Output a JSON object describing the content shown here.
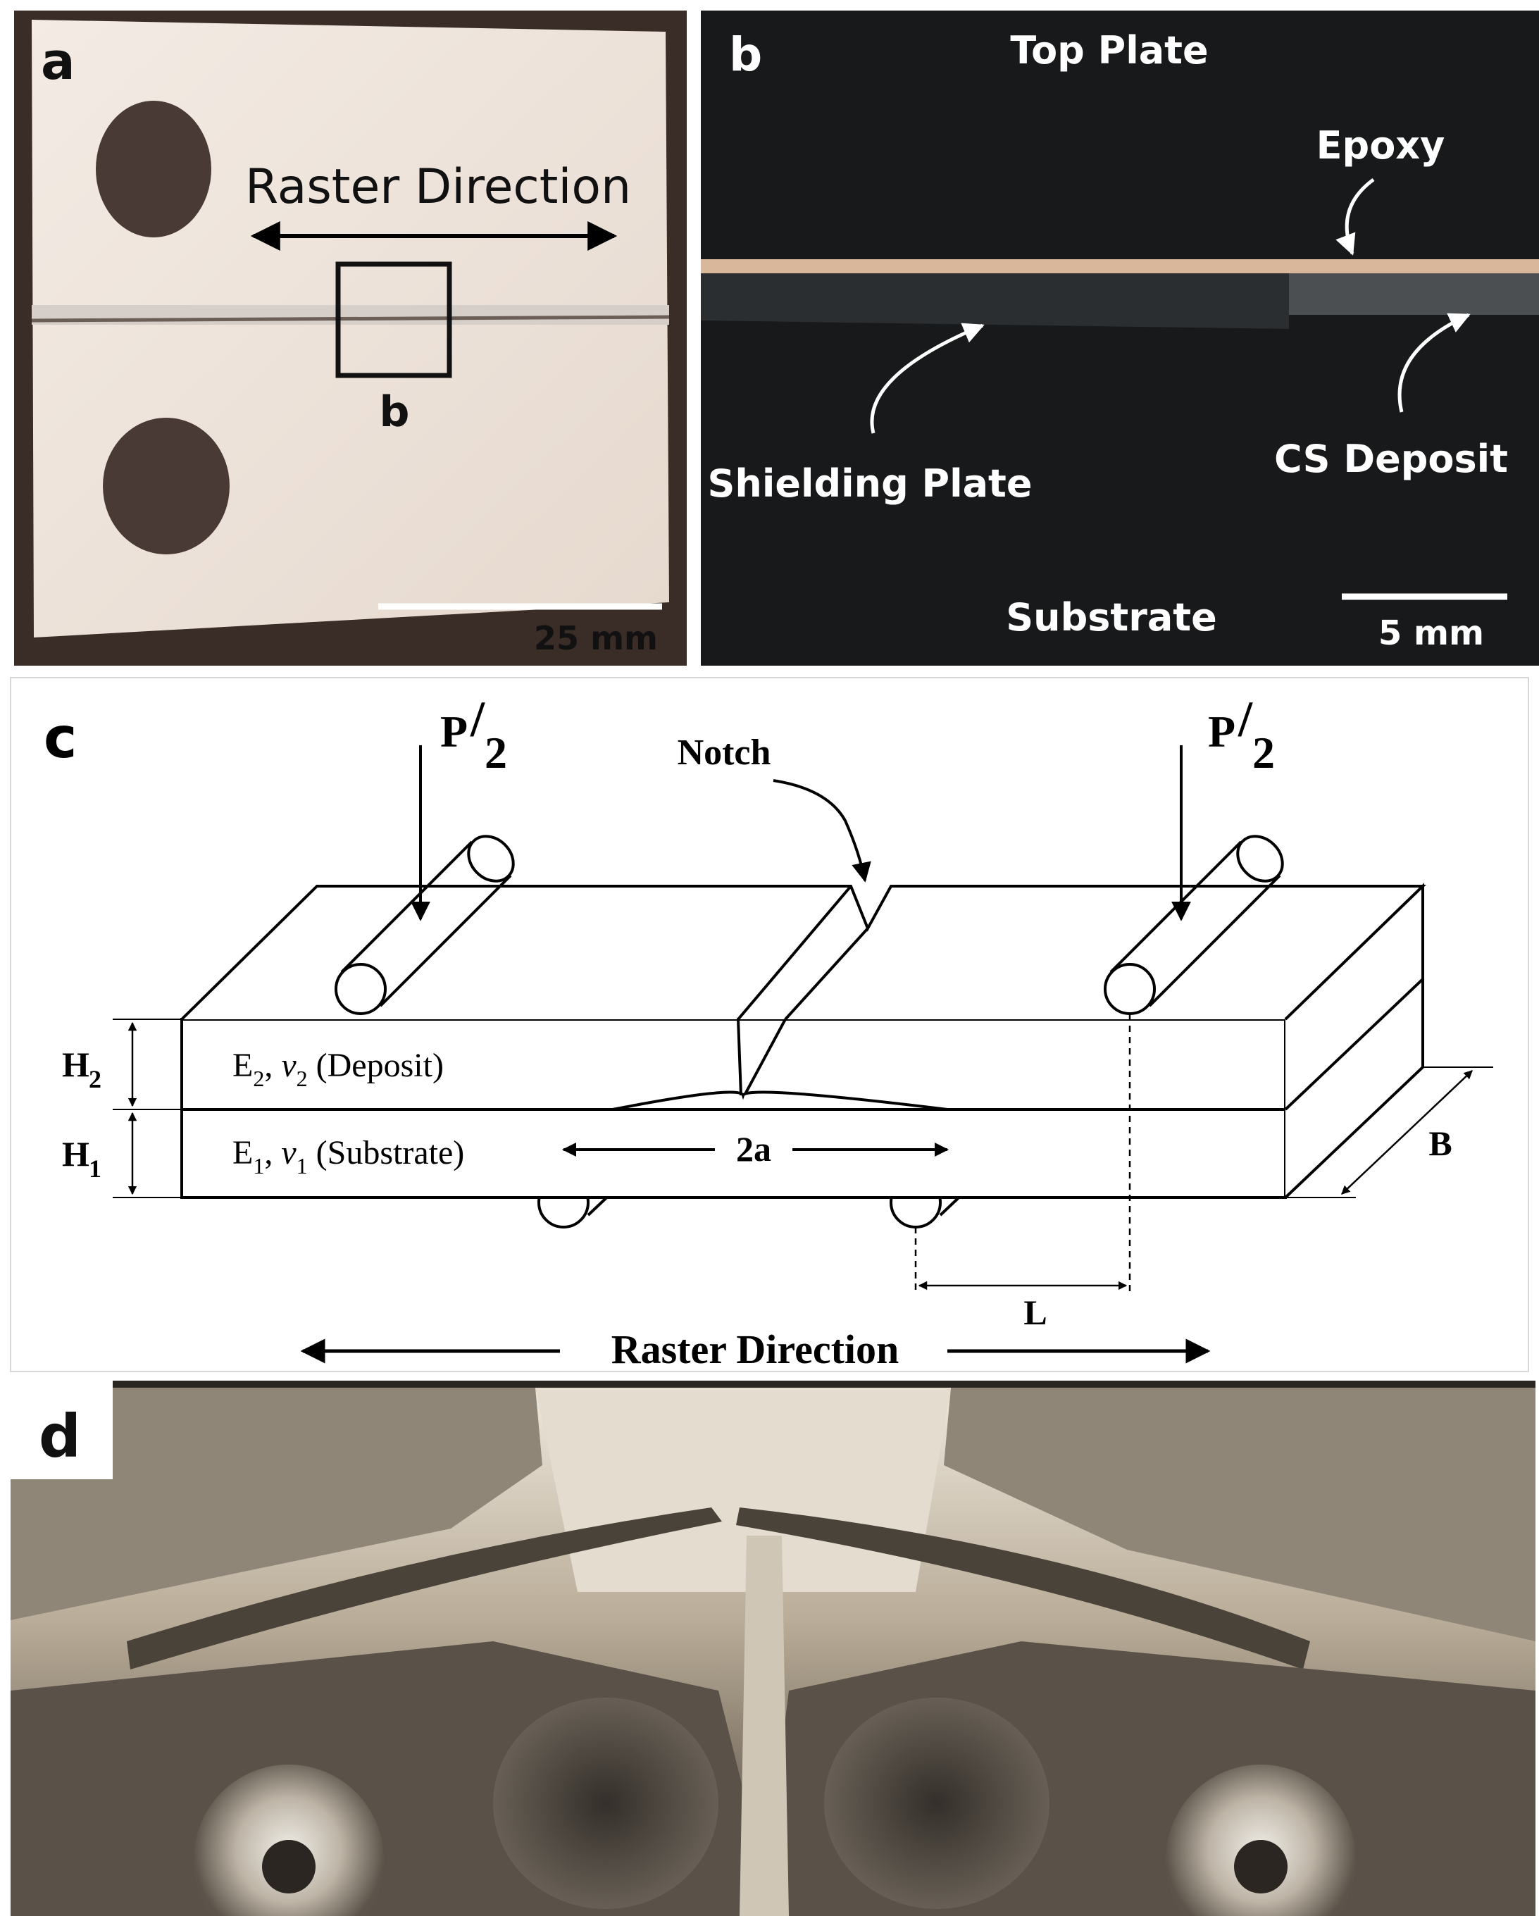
{
  "panels": {
    "a": {
      "letter": "a",
      "raster_direction": "Raster Direction",
      "inset_label": "b",
      "scale_bar": "25 mm"
    },
    "b": {
      "letter": "b",
      "top_plate": "Top Plate",
      "epoxy": "Epoxy",
      "shielding_plate": "Shielding Plate",
      "cs_deposit": "CS Deposit",
      "substrate": "Substrate",
      "scale_bar": "5 mm"
    },
    "c": {
      "letter": "c",
      "load_left": {
        "num": "P",
        "den": "2"
      },
      "load_right": {
        "num": "P",
        "den": "2"
      },
      "notch": "Notch",
      "h2": {
        "base": "H",
        "sub": "2"
      },
      "h1": {
        "base": "H",
        "sub": "1"
      },
      "deposit_layer": {
        "e": "E",
        "e_sub": "2",
        "sep": ", ",
        "nu": "ν",
        "nu_sub": "2",
        "name": " (Deposit)"
      },
      "substrate_layer": {
        "e": "E",
        "e_sub": "1",
        "sep": ", ",
        "nu": "ν",
        "nu_sub": "1",
        "name": " (Substrate)"
      },
      "crack_length": "2a",
      "width": "B",
      "span": "L",
      "raster_direction": "Raster Direction"
    },
    "d": {
      "letter": "d"
    }
  },
  "colors": {
    "photo_a_frame": "#3a2c26",
    "photo_a_sheet": "#f2e8e0",
    "photo_a_hole": "#4a3a35",
    "photo_b_bg": "#17191a",
    "photo_b_epoxy": "#d9b79a",
    "photo_d_light": "#d8d0c2",
    "photo_d_dark": "#3e3830"
  }
}
